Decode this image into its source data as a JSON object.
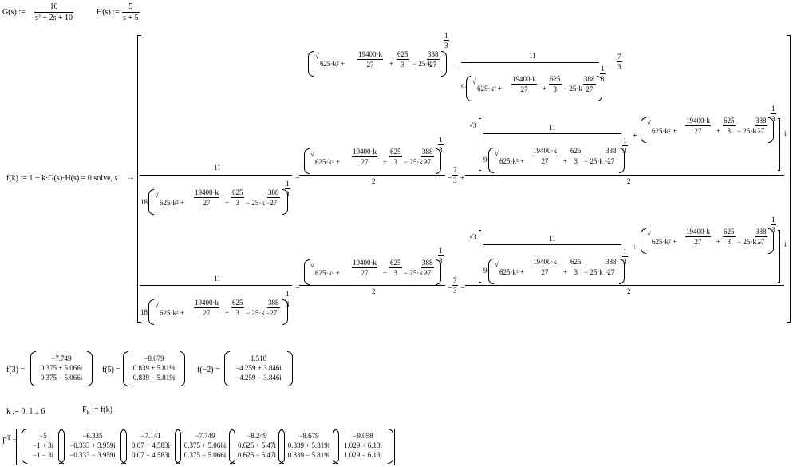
{
  "definitions": {
    "G_lhs": "G(s) :=",
    "G_num": "10",
    "G_den": "s² + 2s + 10",
    "H_lhs": "H(s) :=",
    "H_num": "5",
    "H_den": "s + 5"
  },
  "solve": {
    "lhs": "f(k) := 1 + k·G(s)·H(s) = 0 solve, s",
    "arrow": "→",
    "cube_root_expr": "625·k² + 19400·k/27 + 625/3 − 25·k − 388/27",
    "inner_sqrt": "625·k² + 19400·k/27 + 625/3",
    "term_25k": "− 25·k −",
    "c388": "388",
    "c27": "27",
    "c11": "11",
    "c7": "7",
    "c3": "3",
    "c9": "9·",
    "c18": "18·",
    "c2": "2",
    "exp_1_3_num": "1",
    "exp_1_3_den": "3",
    "sqrt3": "√3",
    "imag_i": "·i",
    "minus": "−",
    "plus": "+"
  },
  "evaluations": [
    {
      "lhs": "f(3) =",
      "values": [
        "−7.749",
        "0.375 + 5.066i",
        "0.375 − 5.066i"
      ]
    },
    {
      "lhs": "f(5) =",
      "values": [
        "−8.679",
        "0.839 + 5.819i",
        "0.839 − 5.819i"
      ]
    },
    {
      "lhs": "f(−2) =",
      "values": [
        "1.518",
        "−4.259 + 3.846i",
        "−4.259 − 3.846i"
      ]
    }
  ],
  "range_def": "k := 0, 1 .. 6",
  "F_def": "F",
  "F_sub": "k",
  "F_rhs": ":= f(k)",
  "FT_label": "F",
  "FT_sup": "T",
  "FT_eq": "=",
  "FT_columns": [
    [
      "−5",
      "−1 + 3i",
      "−1 − 3i"
    ],
    [
      "−6.335",
      "−0.333 + 3.959i",
      "−0.333 − 3.959i"
    ],
    [
      "−7.141",
      "0.07 + 4.583i",
      "0.07 − 4.583i"
    ],
    [
      "−7.749",
      "0.375 + 5.066i",
      "0.375 − 5.066i"
    ],
    [
      "−8.249",
      "0.625 + 5.47i",
      "0.625 − 5.47i"
    ],
    [
      "−8.679",
      "0.839 + 5.819i",
      "0.839 − 5.819i"
    ],
    [
      "−9.058",
      "1.029 + 6.13i",
      "1.029 − 6.13i"
    ]
  ]
}
